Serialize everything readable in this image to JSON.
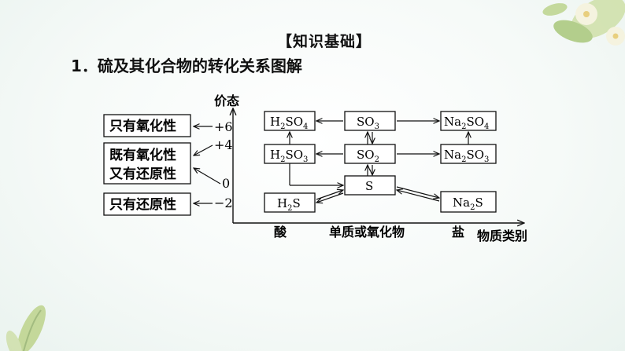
{
  "section_title": "【知识基础】",
  "heading": "1．硫及其化合物的转化关系图解",
  "axes": {
    "y_label": "价态",
    "x_label": "物质类别",
    "x_categories": [
      "酸",
      "单质或氧化物",
      "盐"
    ],
    "y_ticks": [
      "+6",
      "+4",
      "0",
      "−2"
    ]
  },
  "properties": {
    "oxidizing_only": "只有氧化性",
    "both_line1": "既有氧化性",
    "both_line2": "又有还原性",
    "reducing_only": "只有还原性"
  },
  "compounds": {
    "h2so4": {
      "base": "H",
      "s1": "2",
      "mid": "SO",
      "s2": "4"
    },
    "h2so3": {
      "base": "H",
      "s1": "2",
      "mid": "SO",
      "s2": "3"
    },
    "h2s": {
      "base": "H",
      "s1": "2",
      "mid": "S"
    },
    "so3": {
      "base": "SO",
      "s1": "3"
    },
    "so2": {
      "base": "SO",
      "s1": "2"
    },
    "s": {
      "base": "S"
    },
    "na2so4": {
      "base": "Na",
      "s1": "2",
      "mid": "SO",
      "s2": "4"
    },
    "na2so3": {
      "base": "Na",
      "s1": "2",
      "mid": "SO",
      "s2": "3"
    },
    "na2s": {
      "base": "Na",
      "s1": "2",
      "mid": "S"
    }
  },
  "colors": {
    "ink": "#111111",
    "box_fill": "#ffffff",
    "leaf": "#9fbf6a",
    "flower": "#f4f0d6"
  }
}
